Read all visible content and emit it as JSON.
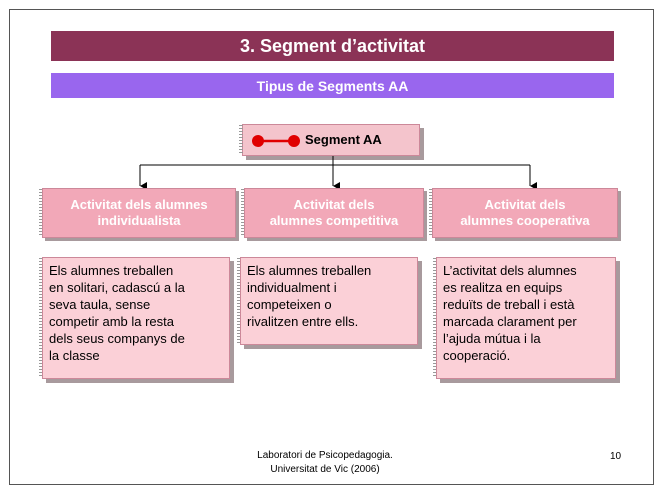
{
  "slide": {
    "title": "3. Segment d’activitat",
    "subtitle": "Tipus de Segments AA",
    "segment_label": "Segment AA",
    "categories": [
      {
        "title_line1": "Activitat dels alumnes",
        "title_line2": "individualista",
        "description": [
          "Els alumnes treballen",
          "en solitari, cadascú a la",
          "seva taula, sense",
          "competir amb la resta",
          "dels seus companys de",
          "la classe"
        ]
      },
      {
        "title_line1": "Activitat dels",
        "title_line2": "alumnes competitiva",
        "description": [
          "Els alumnes treballen",
          "individualment i",
          "competeixen o",
          "rivalitzen entre ells."
        ]
      },
      {
        "title_line1": "Activitat dels",
        "title_line2": "alumnes cooperativa",
        "description": [
          "L’activitat dels alumnes",
          "es realitza en equips",
          "reduïts de treball i està",
          "marcada clarament per",
          "l’ajuda mútua i la",
          "cooperació."
        ]
      }
    ],
    "footer_line1": "Laboratori de Psicopedagogia.",
    "footer_line2": "Universitat de Vic (2006)",
    "page_number": "10"
  },
  "colors": {
    "title_bg": "#8b3356",
    "subtitle_bg": "#9966ee",
    "box_pink": "#f4c4cc",
    "category_pink": "#f2a8b8",
    "icon_red": "#e00000"
  }
}
